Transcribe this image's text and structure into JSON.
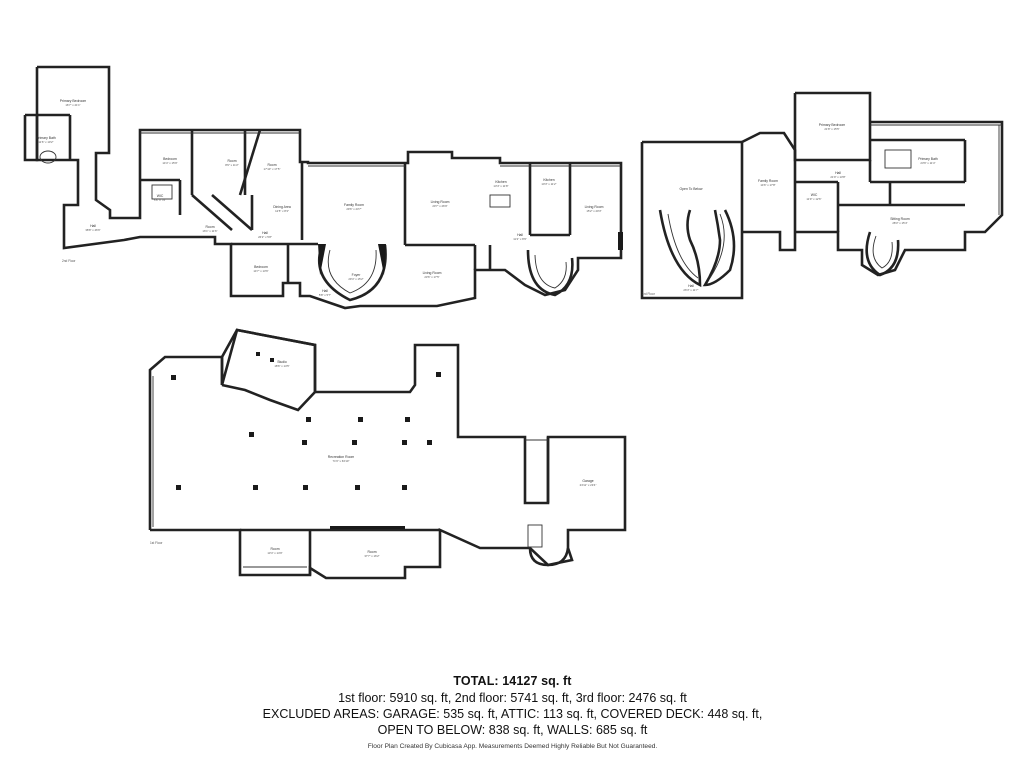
{
  "summary": {
    "total": "TOTAL: 14127 sq. ft",
    "line1": "1st floor: 5910 sq. ft, 2nd floor: 5741 sq. ft, 3rd floor: 2476 sq. ft",
    "line2": "EXCLUDED AREAS: GARAGE: 535 sq. ft, ATTIC: 113 sq. ft, COVERED DECK: 448 sq. ft,",
    "line3": "OPEN TO BELOW: 838 sq. ft, WALLS: 685 sq. ft",
    "credit": "Floor Plan Created By Cubicasa App. Measurements Deemed Highly Reliable But Not Guaranteed."
  },
  "floors": {
    "second": "2nd Floor",
    "third": "3rd Floor",
    "first": "1st Floor"
  },
  "rooms": {
    "primary_bedroom_2f": {
      "name": "Primary Bedroom",
      "dim": "16'7\" x 21'1\""
    },
    "primary_bath_2f": {
      "name": "Primary Bath",
      "dim": "11'6\" x 10'2\""
    },
    "hall_2f_left": {
      "name": "Hall",
      "dim": "38'8\" x 46'6\""
    },
    "bedroom_a": {
      "name": "Bedroom",
      "dim": "14'4\" x 15'9\""
    },
    "room_a": {
      "name": "Room",
      "dim": "8'9\" x 11'2\""
    },
    "room_b": {
      "name": "Room",
      "dim": "17'10\" x 17'5\""
    },
    "wic": {
      "name": "WIC",
      "dim": "5'6\" x 7'6\""
    },
    "dining_area": {
      "name": "Dining Area",
      "dim": "12'5\" x 8'3\""
    },
    "hall_2f_mid": {
      "name": "Hall",
      "dim": "26'2\" x 5'8\""
    },
    "room_c": {
      "name": "Room",
      "dim": "16'1\" x 11'6\""
    },
    "family_room": {
      "name": "Family Room",
      "dim": "29'6\" x 23'7\""
    },
    "living_room_a": {
      "name": "Living Room",
      "dim": "20'7\" x 26'9\""
    },
    "kitchen_a": {
      "name": "Kitchen",
      "dim": "13'4\" x 11'8\""
    },
    "kitchen_b": {
      "name": "Kitchen",
      "dim": "10'3\" x 11'2\""
    },
    "living_room_b": {
      "name": "Living Room",
      "dim": "15'2\" x 20'3\""
    },
    "bedroom_b": {
      "name": "Bedroom",
      "dim": "14'7\" x 13'6\""
    },
    "foyer": {
      "name": "Foyer",
      "dim": "29'4\" x 15'2\""
    },
    "living_room_c": {
      "name": "Living Room",
      "dim": "23'6\" x 17'5\""
    },
    "hall_b": {
      "name": "Hall",
      "dim": "5'8\" x 5'7\""
    },
    "hall_c": {
      "name": "Hall",
      "dim": "11'2\" x 8'9\""
    },
    "open_to_below": {
      "name": "Open To Below",
      "dim": ""
    },
    "hall_3f": {
      "name": "Hall",
      "dim": "26'3\" x 11'7\""
    },
    "family_room_3f": {
      "name": "Family Room",
      "dim": "14'6\" x 17'8\""
    },
    "primary_bedroom_3f": {
      "name": "Primary Bedroom",
      "dim": "21'8\" x 15'5\""
    },
    "hall_3f_b": {
      "name": "Hall",
      "dim": "21'9\" x 13'8\""
    },
    "primary_bath_3f": {
      "name": "Primary Bath",
      "dim": "23'6\" x 11'4\""
    },
    "wic_3f": {
      "name": "WIC",
      "dim": "11'9\" x 12'6\""
    },
    "sitting_room": {
      "name": "Sitting Room",
      "dim": "28'3\" x 15'4\""
    },
    "studio": {
      "name": "Studio",
      "dim": "18'6\" x 14'5\""
    },
    "recreation_room": {
      "name": "Recreation Room",
      "dim": "71'6\" x 63'10\""
    },
    "garage": {
      "name": "Garage",
      "dim": "23'11\" x 23'4\""
    },
    "room_d": {
      "name": "Room",
      "dim": "13'4\" x 14'9\""
    },
    "room_e": {
      "name": "Room",
      "dim": "37'7\" x 16'2\""
    }
  }
}
